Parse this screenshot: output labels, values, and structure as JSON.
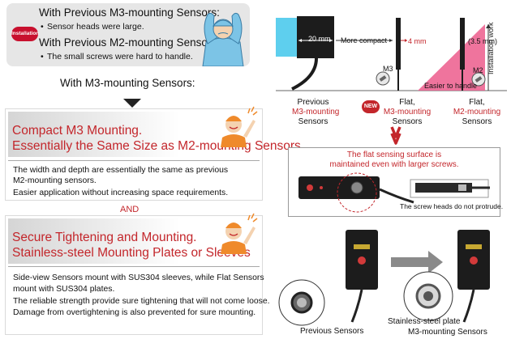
{
  "previous": {
    "badge": "Installation",
    "m3_header": "With Previous M3-mounting Sensors:",
    "m3_bullet": "Sensor heads were large.",
    "m2_header": "With Previous M2-mounting Sensors:",
    "m2_bullet": "The small screws were hard to handle."
  },
  "transition_label": "With M3-mounting Sensors:",
  "feature1": {
    "title_line1": "Compact M3 Mounting.",
    "title_line2": "Essentially the Same Size as M2-mounting Sensors.",
    "body": [
      "The width and depth are essentially the same as previous",
      "M2-mounting sensors.",
      "Easier application without increasing space requirements."
    ]
  },
  "and_label": "AND",
  "feature2": {
    "title_line1": "Secure Tightening and Mounting.",
    "title_line2": "Stainless-steel Mounting Plates or Sleeves",
    "body": [
      "Side-view Sensors mount with SUS304 sleeves, while Flat Sensors",
      "mount with SUS304 plates.",
      "The reliable strength provide sure tightening that will not come loose.",
      "Damage from overtightening is also prevented for sure mounting."
    ]
  },
  "comparison": {
    "dim_20mm": "20 mm",
    "more_compact": "More compact",
    "dim_4mm": "4 mm",
    "dim_35mm": "(3.5 mm)",
    "m3_label": "M3",
    "m2_label": "M2",
    "easier": "Easier to handle",
    "installation_work": "Installation work",
    "new_badge": "NEW",
    "cap_prev_1": "Previous",
    "cap_prev_2": "M3-mounting",
    "cap_prev_3": "Sensors",
    "cap_flat_1": "Flat,",
    "cap_flat_2": "M3-mounting",
    "cap_flat_3": "Sensors",
    "cap_m2_1": "Flat,",
    "cap_m2_2": "M2-mounting",
    "cap_m2_3": "Sensors"
  },
  "flat_surface": {
    "caption_1": "The flat sensing surface is",
    "caption_2": "maintained even with larger screws.",
    "note": "The screw heads do not protrude."
  },
  "bottom": {
    "previous_sensors": "Previous Sensors",
    "stainless_plate": "Stainless-steel plate",
    "m3_sensors": "M3-mounting Sensors"
  },
  "colors": {
    "accent_red": "#c3262b",
    "badge_red": "#c8102e",
    "arrow_orange": "#e8641b",
    "pink": "#ec5c8c",
    "cyan": "#36c3ea"
  }
}
